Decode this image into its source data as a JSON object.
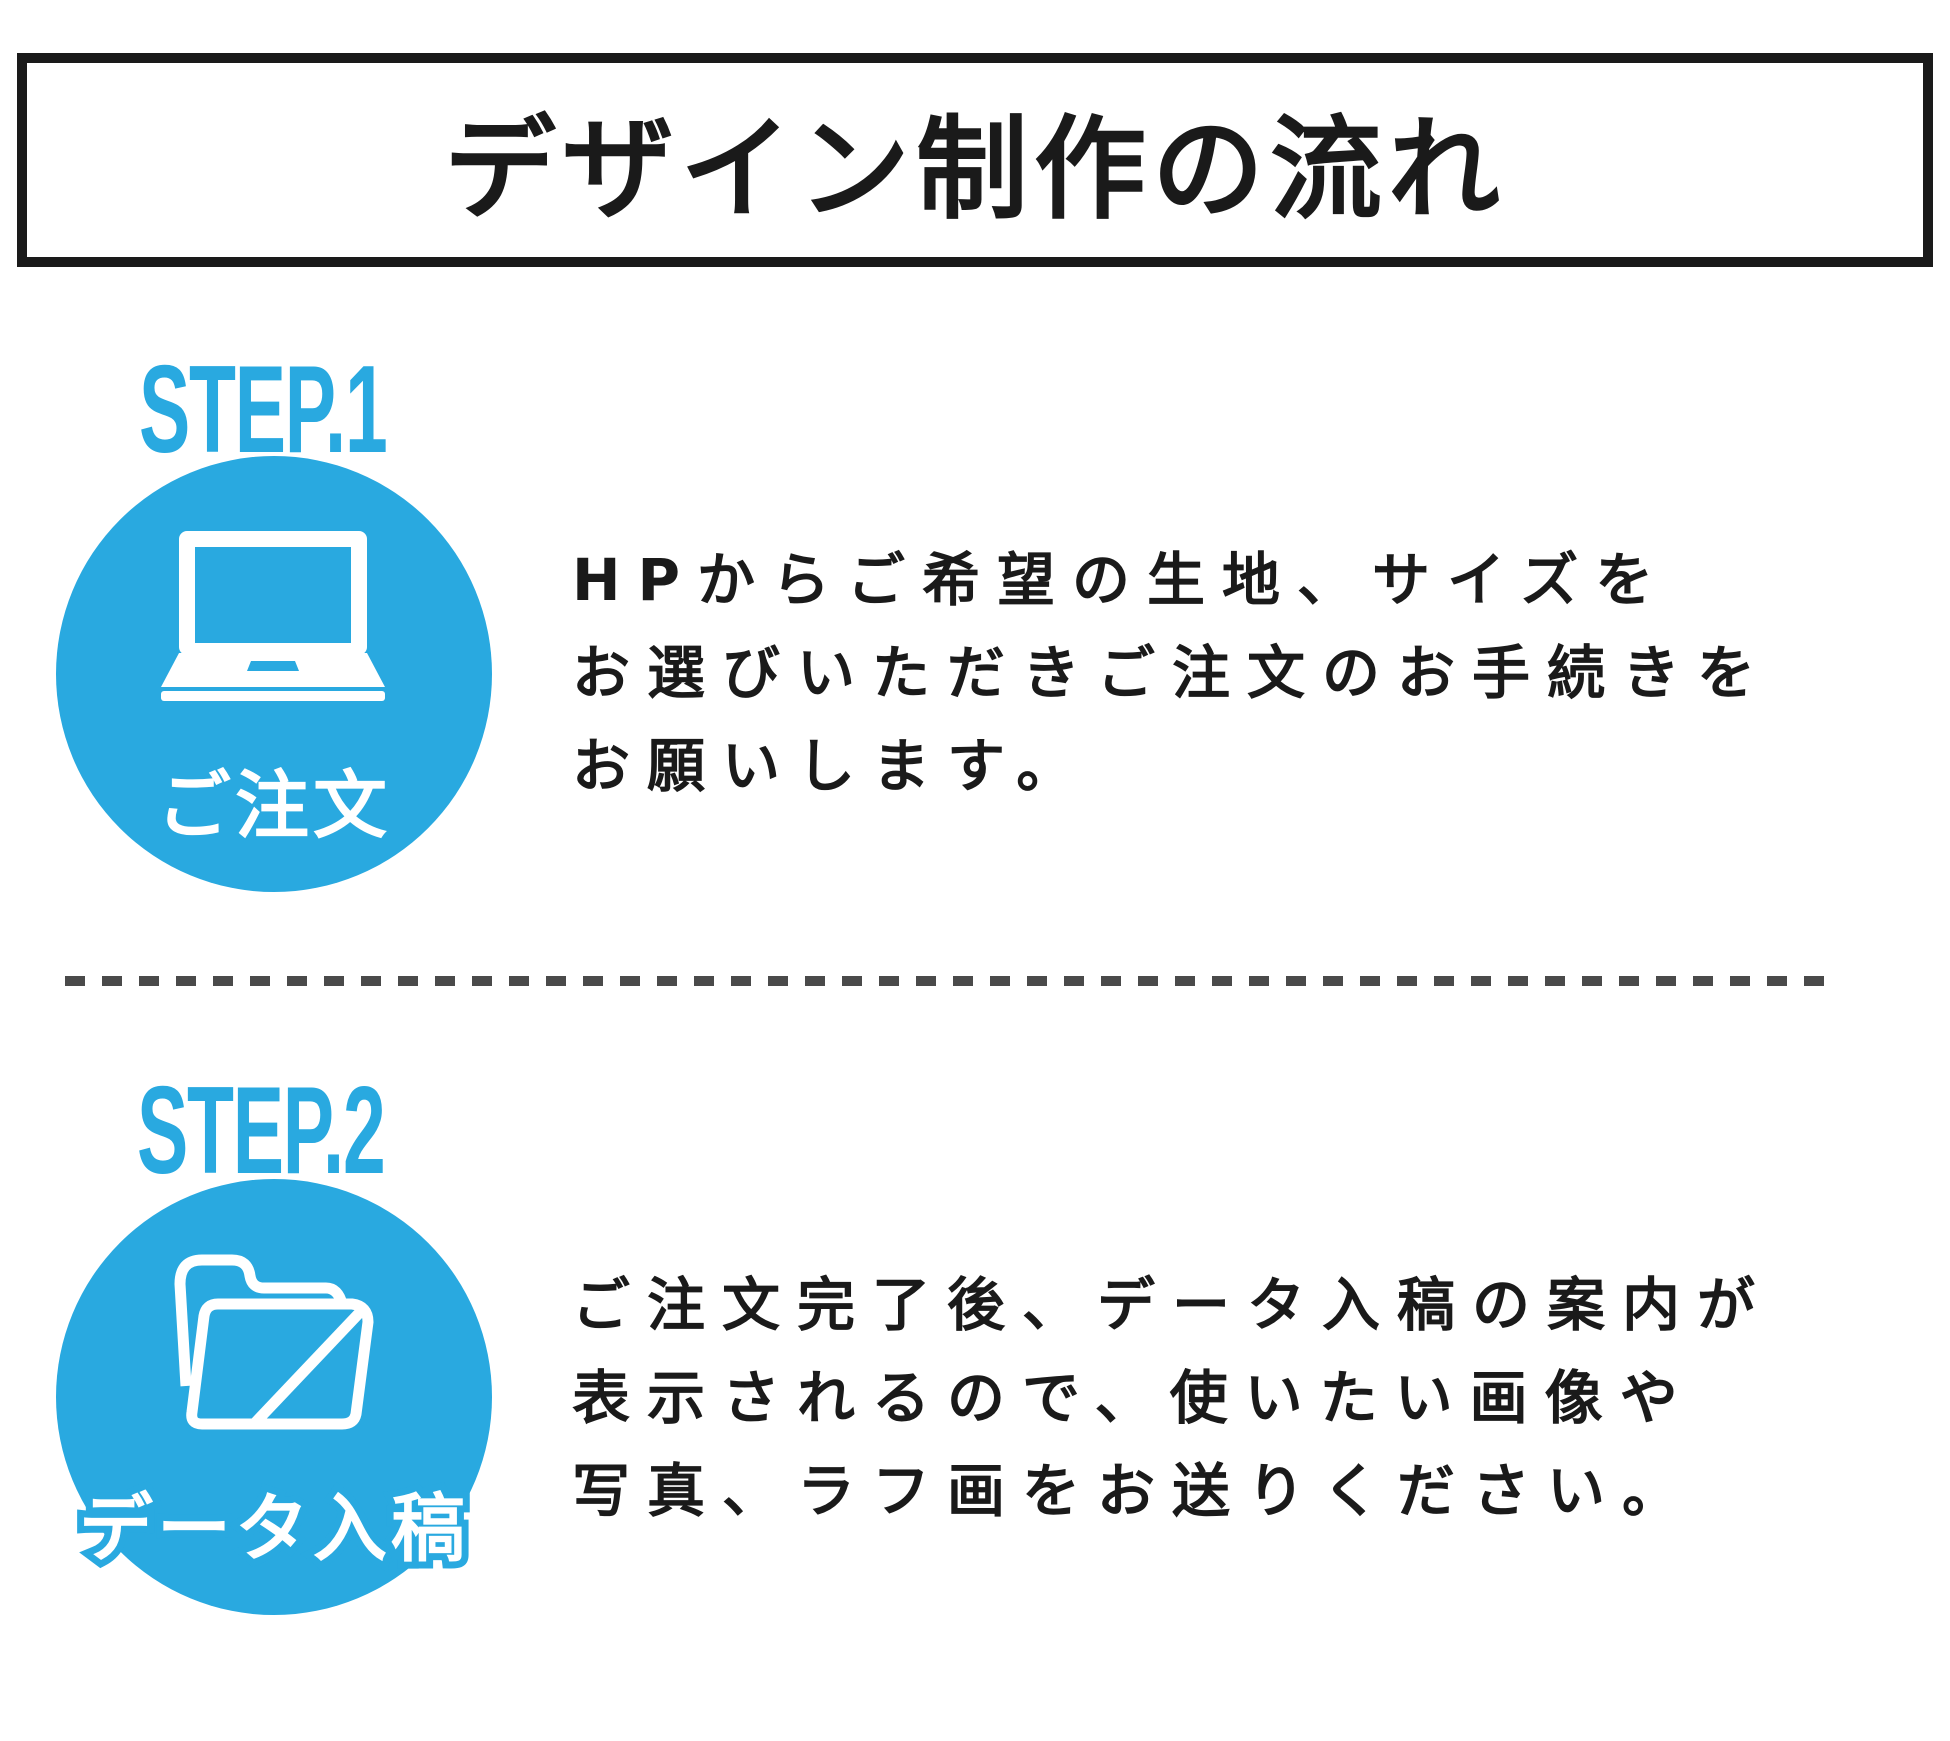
{
  "header": {
    "title": "デザイン制作の流れ"
  },
  "colors": {
    "accent": "#29a9e0",
    "text": "#1a1a1a",
    "divider": "#4a4a4a"
  },
  "steps": [
    {
      "label": "STEP.1",
      "icon": "laptop-icon",
      "name": "ご注文",
      "lines": [
        "HPからご希望の生地、サイズを",
        "お選びいただきご注文のお手続きを",
        "お願いします。"
      ]
    },
    {
      "label": "STEP.2",
      "icon": "folder-icon",
      "name": "データ入稿",
      "lines": [
        "ご注文完了後、データ入稿の案内が",
        "表示されるので、使いたい画像や",
        "写真、ラフ画をお送りください。"
      ]
    }
  ]
}
